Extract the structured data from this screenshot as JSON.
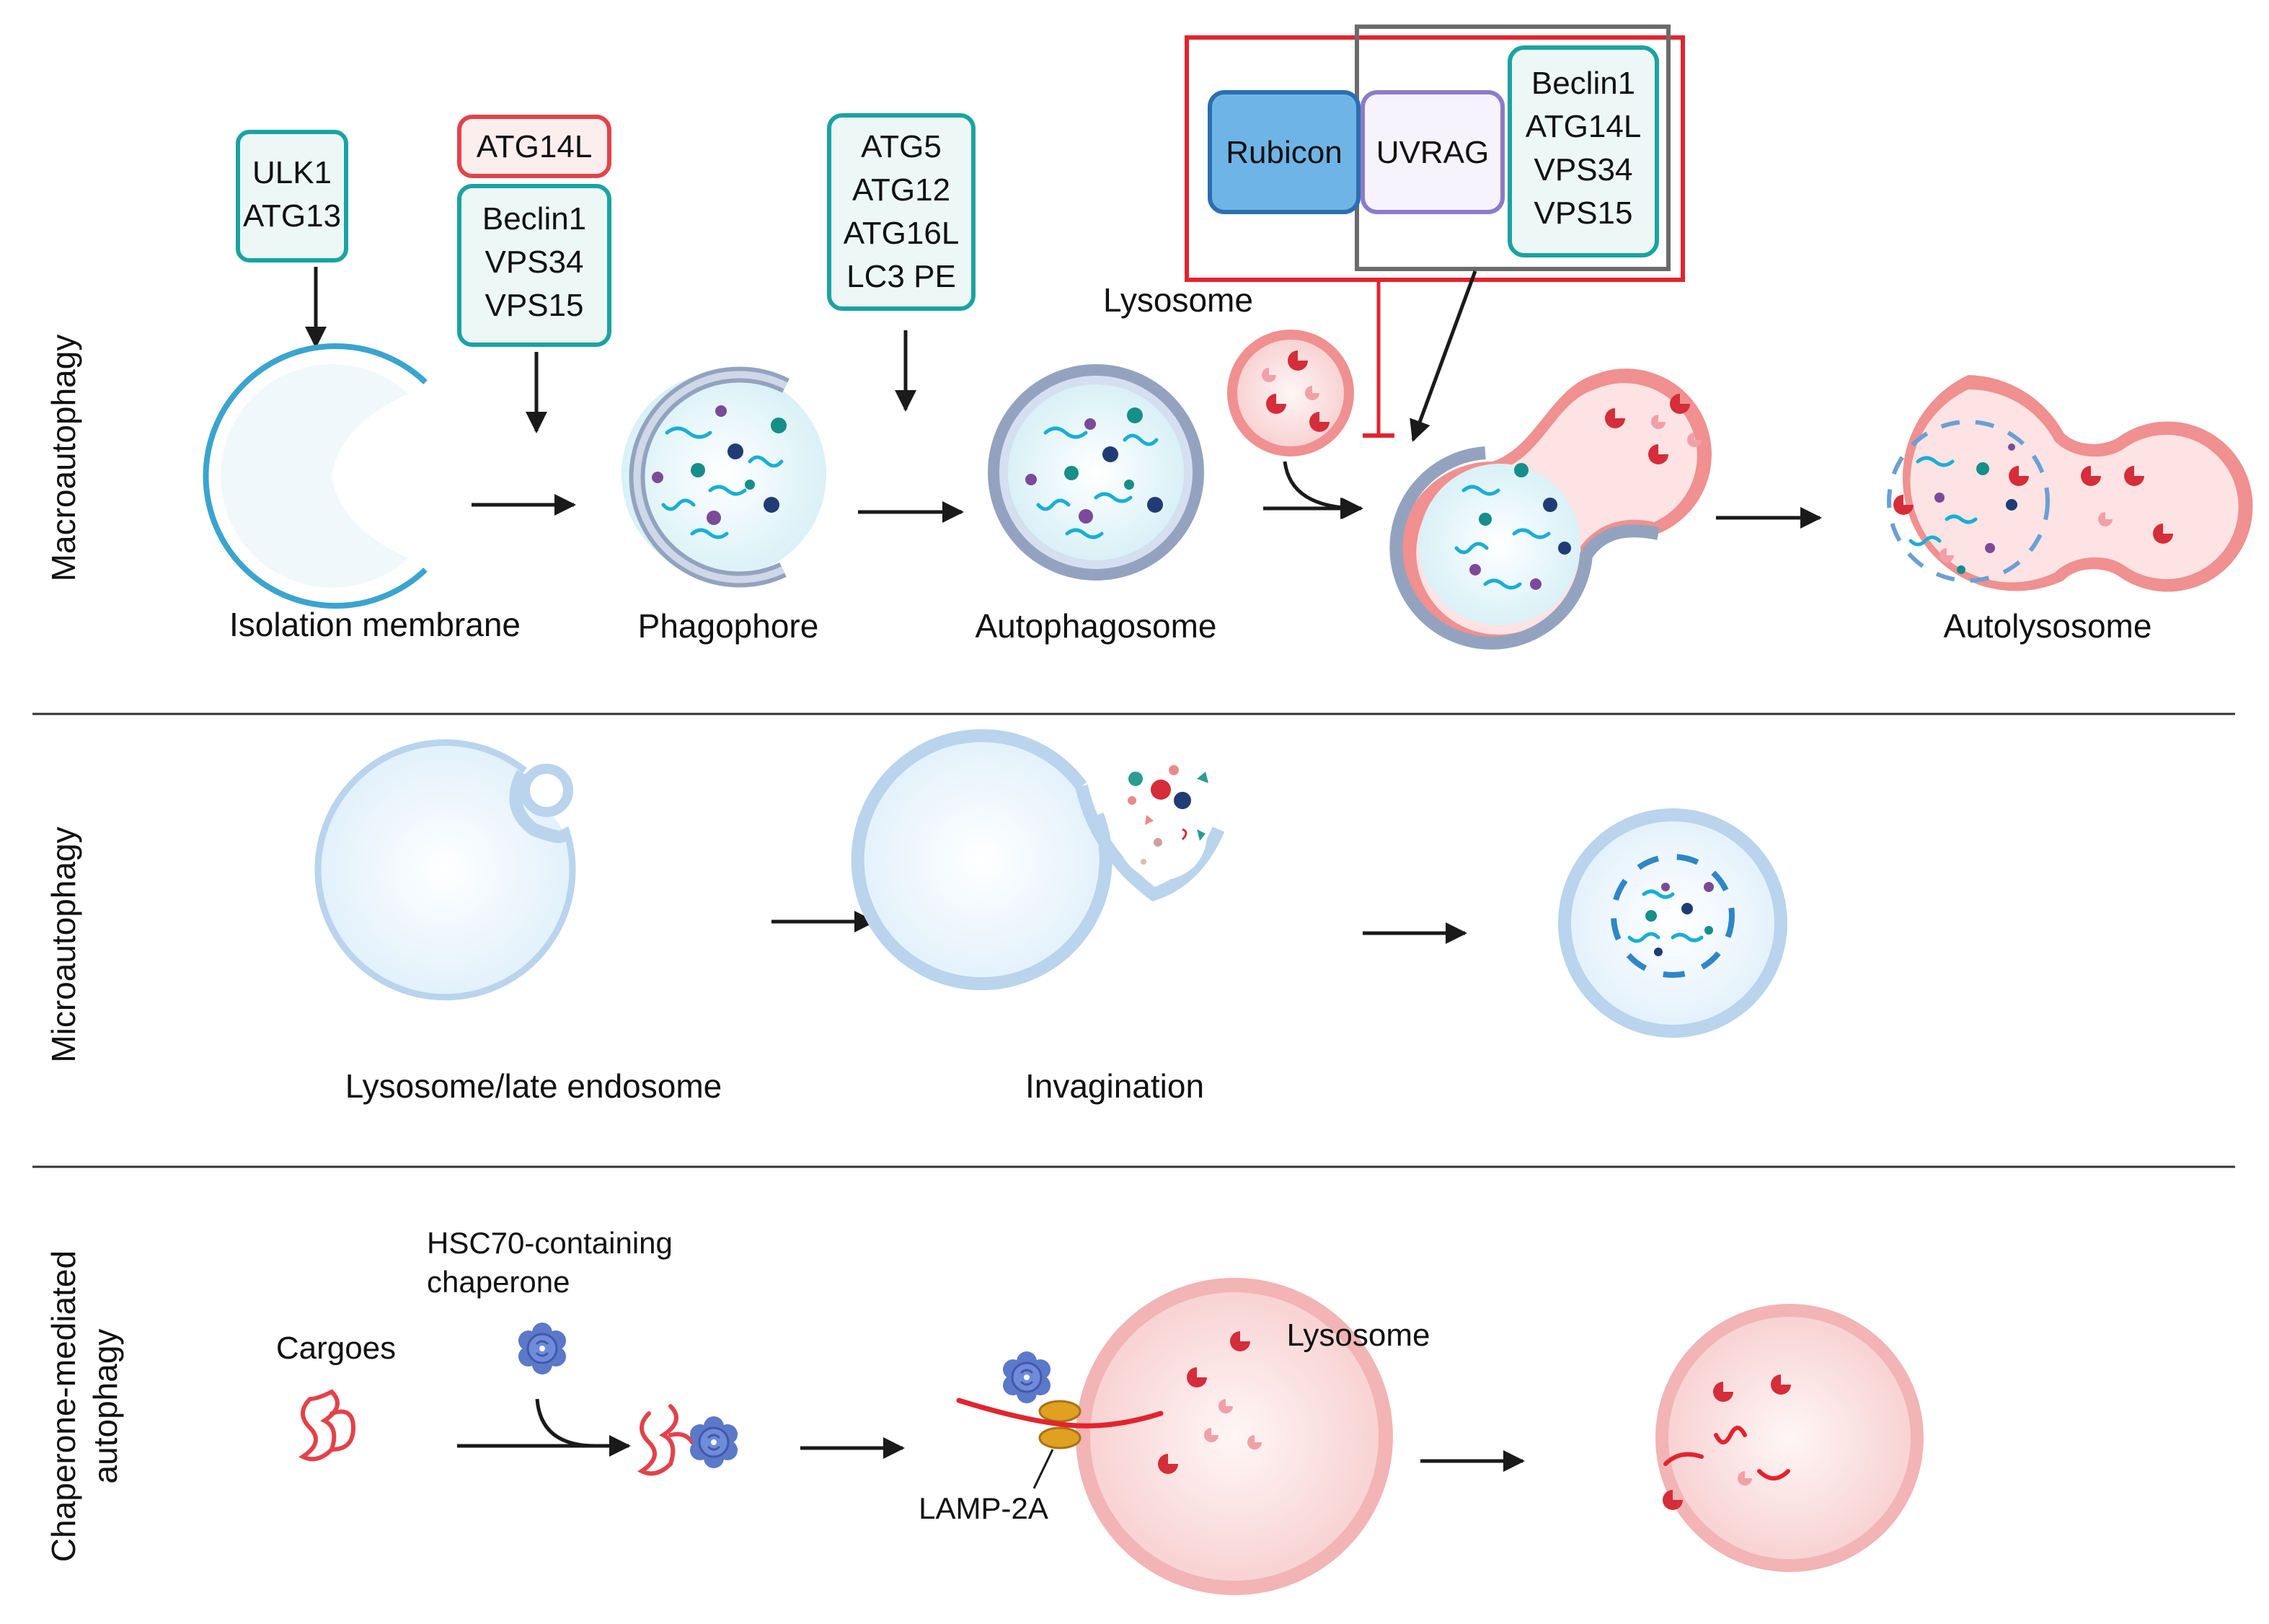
{
  "sections": {
    "macro": "Macroautophagy",
    "micro": "Microautophagy",
    "cma": [
      "Chaperone-mediated",
      "autophagy"
    ]
  },
  "macro": {
    "box_ulk": [
      "ULK1",
      "ATG13"
    ],
    "box_atg14l": "ATG14L",
    "box_beclin": [
      "Beclin1",
      "VPS34",
      "VPS15"
    ],
    "box_atg5": [
      "ATG5",
      "ATG12",
      "ATG16L",
      "LC3 PE"
    ],
    "complex": {
      "rubicon": "Rubicon",
      "uvrag": "UVRAG",
      "components": [
        "Beclin1",
        "ATG14L",
        "VPS34",
        "VPS15"
      ]
    },
    "labels": {
      "isolation": "Isolation membrane",
      "phagophore": "Phagophore",
      "autophagosome": "Autophagosome",
      "lysosome": "Lysosome",
      "autolysosome": "Autolysosome"
    }
  },
  "micro": {
    "labels": {
      "lysosome_late": "Lysosome/late endosome",
      "invagination": "Invagination"
    }
  },
  "cma": {
    "labels": {
      "chaperone": [
        "HSC70-containing",
        "chaperone"
      ],
      "cargoes": "Cargoes",
      "lysosome": "Lysosome",
      "lamp": "LAMP-2A"
    }
  },
  "colors": {
    "teal_border": "#1aa3a3",
    "teal_fill": "#edf8f6",
    "red_border": "#e2434b",
    "blue_membrane": "#3aa4cf",
    "grey_membrane": "#93a3bf",
    "lysosome_fill": "#fbe0e0",
    "lysosome_rim": "#f09090",
    "enzyme": "#d52d3a",
    "rubicon_fill": "#6fb4e6",
    "uvrag_border": "#8c7bc9",
    "chaperone": "#5b78c9"
  }
}
